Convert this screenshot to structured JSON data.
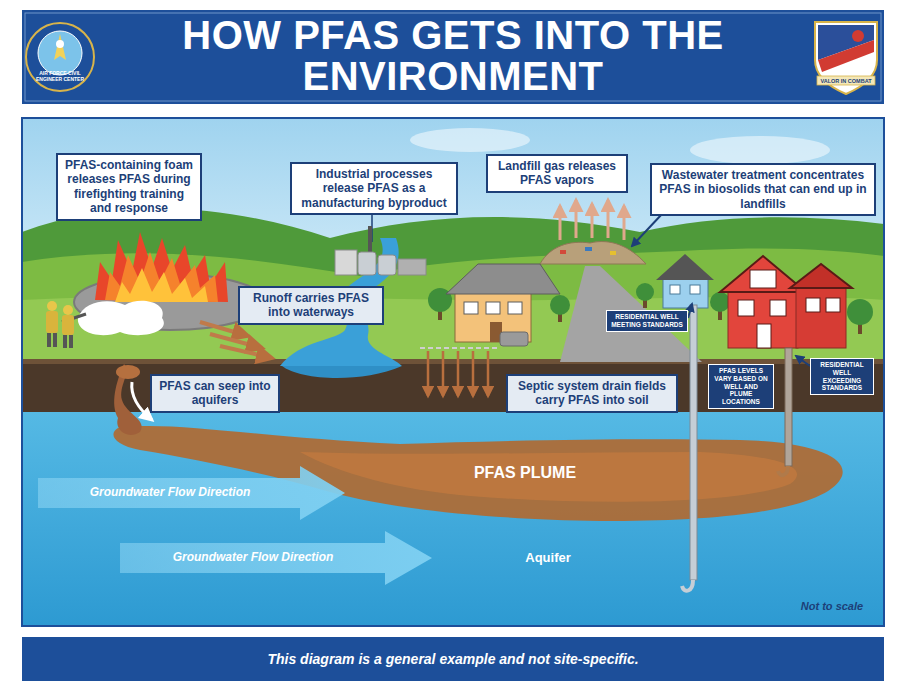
{
  "diagram": {
    "title": "HOW PFAS GETS INTO THE ENVIRONMENT",
    "caption": "This diagram is a general example and not site-specific.",
    "nodes": [
      {
        "text": [
          "PFAS-containing foam releases PFAS during firefighting training and response"
        ]
      },
      {
        "text": [
          "Industrial processes release PFAS as a manufacturing byproduct"
        ]
      },
      {
        "text": [
          "Landfill gas releases PFAS vapors"
        ]
      },
      {
        "text": [
          "Wastewater treatment concentrates PFAS in biosolids that can end up in landfills"
        ]
      },
      {
        "text": [
          "Runoff carries PFAS into waterways"
        ]
      },
      {
        "text": [
          "RESIDENTIAL WELL MEETING STANDARDS"
        ]
      },
      {
        "text": [
          "RESIDENTIAL WELL EXCEEDING STANDARDS"
        ]
      },
      {
        "text": [
          "PFAS can seep into aquifers"
        ]
      },
      {
        "text": [
          "Septic system drain fields carry PFAS into soil"
        ]
      },
      {
        "text": [
          "PFAS LEVELS VARY BASED ON WELL AND PLUME LOCATIONS"
        ]
      }
    ],
    "labels": [
      "AIR FORCE CIVIL ENGINEER CENTER",
      "VALOR IN COMBAT",
      "PFAS PLUME",
      "Groundwater Flow Direction",
      "Groundwater Flow Direction",
      "Aquifer",
      "Not to scale"
    ]
  }
}
